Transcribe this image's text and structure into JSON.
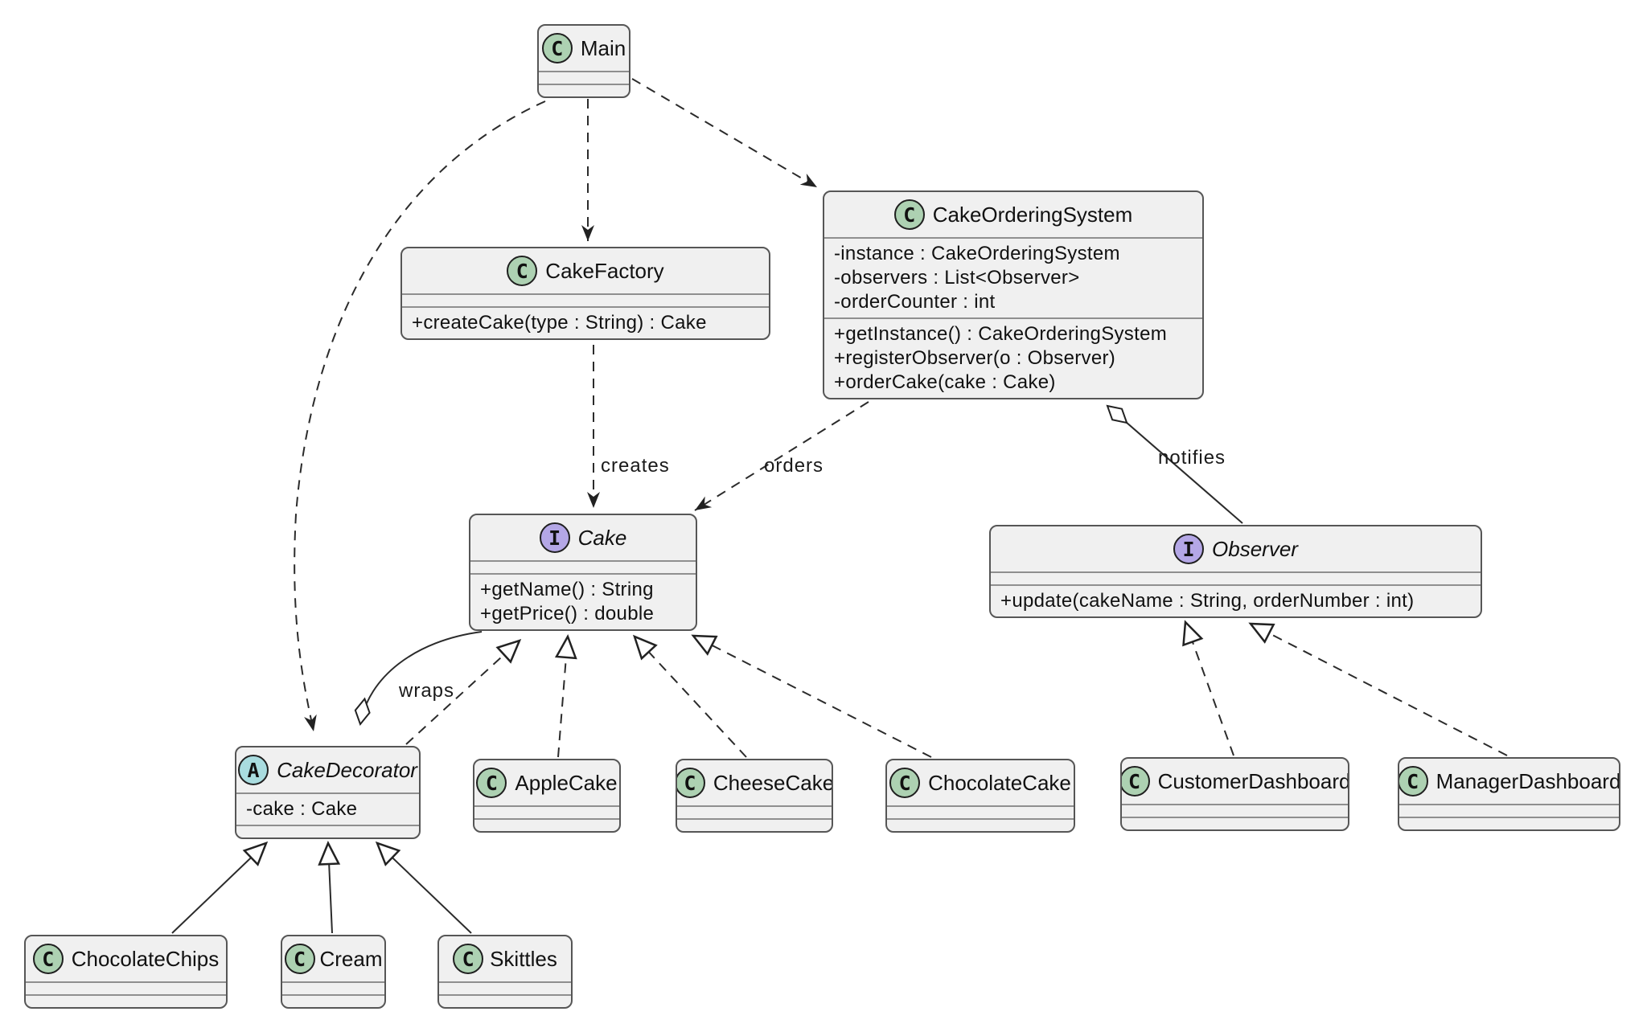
{
  "diagram": {
    "type": "uml-class-diagram",
    "colors": {
      "class_badge": "#ADD1B2",
      "interface_badge": "#B4A7E6",
      "abstract_badge": "#A9DCDF",
      "box_fill": "#f0f0f0",
      "box_border": "#565656",
      "edge": "#2b2b2b",
      "background": "#ffffff"
    },
    "classes": {
      "main": {
        "badge": "C",
        "name": "Main",
        "attributes": [],
        "methods": []
      },
      "cakeFactory": {
        "badge": "C",
        "name": "CakeFactory",
        "attributes": [],
        "methods": [
          "+createCake(type : String) : Cake"
        ]
      },
      "cakeOrderingSystem": {
        "badge": "C",
        "name": "CakeOrderingSystem",
        "attributes": [
          "-instance : CakeOrderingSystem",
          "-observers : List<Observer>",
          "-orderCounter : int"
        ],
        "methods": [
          "+getInstance() : CakeOrderingSystem",
          "+registerObserver(o : Observer)",
          "+orderCake(cake : Cake)"
        ]
      },
      "cake": {
        "badge": "I",
        "name": "Cake",
        "stereotype": "interface",
        "attributes": [],
        "methods": [
          "+getName() : String",
          "+getPrice() : double"
        ]
      },
      "observer": {
        "badge": "I",
        "name": "Observer",
        "stereotype": "interface",
        "attributes": [],
        "methods": [
          "+update(cakeName : String, orderNumber : int)"
        ]
      },
      "cakeDecorator": {
        "badge": "A",
        "name": "CakeDecorator",
        "stereotype": "abstract",
        "attributes": [
          "-cake : Cake"
        ],
        "methods": []
      },
      "appleCake": {
        "badge": "C",
        "name": "AppleCake",
        "attributes": [],
        "methods": []
      },
      "cheeseCake": {
        "badge": "C",
        "name": "CheeseCake",
        "attributes": [],
        "methods": []
      },
      "chocolateCake": {
        "badge": "C",
        "name": "ChocolateCake",
        "attributes": [],
        "methods": []
      },
      "customerDashboard": {
        "badge": "C",
        "name": "CustomerDashboard",
        "attributes": [],
        "methods": []
      },
      "managerDashboard": {
        "badge": "C",
        "name": "ManagerDashboard",
        "attributes": [],
        "methods": []
      },
      "chocolateChips": {
        "badge": "C",
        "name": "ChocolateChips",
        "attributes": [],
        "methods": []
      },
      "cream": {
        "badge": "C",
        "name": "Cream",
        "attributes": [],
        "methods": []
      },
      "skittles": {
        "badge": "C",
        "name": "Skittles",
        "attributes": [],
        "methods": []
      }
    },
    "edge_labels": {
      "creates": "creates",
      "orders": "orders",
      "notifies": "notifies",
      "wraps": "wraps"
    },
    "relationships": [
      {
        "from": "Main",
        "to": "CakeFactory",
        "type": "dependency-dashed-arrow"
      },
      {
        "from": "Main",
        "to": "CakeOrderingSystem",
        "type": "dependency-dashed-arrow"
      },
      {
        "from": "Main",
        "to": "CakeDecorator",
        "type": "dependency-dashed-arrow"
      },
      {
        "from": "CakeFactory",
        "to": "Cake",
        "type": "dependency-dashed-arrow",
        "label": "creates"
      },
      {
        "from": "CakeOrderingSystem",
        "to": "Cake",
        "type": "dependency-dashed-arrow",
        "label": "orders"
      },
      {
        "from": "CakeOrderingSystem",
        "to": "Observer",
        "type": "aggregation-diamond",
        "label": "notifies"
      },
      {
        "from": "CakeDecorator",
        "to": "Cake",
        "type": "aggregation-diamond",
        "label": "wraps"
      },
      {
        "from": "CakeDecorator",
        "to": "Cake",
        "type": "realization-dashed-hollow-triangle"
      },
      {
        "from": "AppleCake",
        "to": "Cake",
        "type": "realization-dashed-hollow-triangle"
      },
      {
        "from": "CheeseCake",
        "to": "Cake",
        "type": "realization-dashed-hollow-triangle"
      },
      {
        "from": "ChocolateCake",
        "to": "Cake",
        "type": "realization-dashed-hollow-triangle"
      },
      {
        "from": "CustomerDashboard",
        "to": "Observer",
        "type": "realization-dashed-hollow-triangle"
      },
      {
        "from": "ManagerDashboard",
        "to": "Observer",
        "type": "realization-dashed-hollow-triangle"
      },
      {
        "from": "ChocolateChips",
        "to": "CakeDecorator",
        "type": "extension-solid-hollow-triangle"
      },
      {
        "from": "Cream",
        "to": "CakeDecorator",
        "type": "extension-solid-hollow-triangle"
      },
      {
        "from": "Skittles",
        "to": "CakeDecorator",
        "type": "extension-solid-hollow-triangle"
      }
    ]
  }
}
